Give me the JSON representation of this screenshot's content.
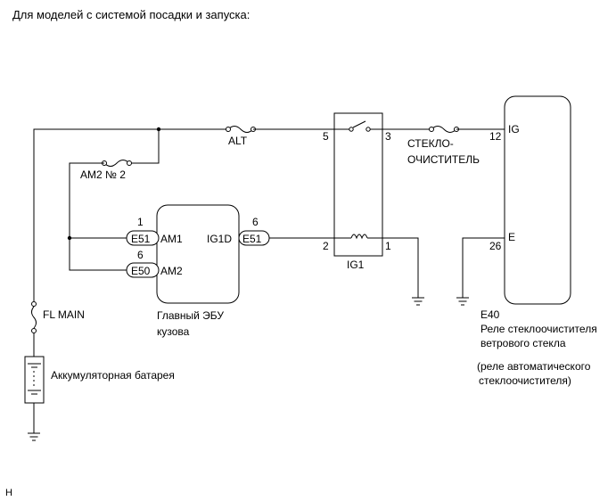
{
  "title": "Для моделей с системой посадки и запуска:",
  "fuses": {
    "alt": "ALT",
    "am2": "AM2 № 2",
    "wiper_line1": "СТЕКЛО-",
    "wiper_line2": "ОЧИСТИТЕЛЬ",
    "fl_main": "FL MAIN"
  },
  "ecu": {
    "name_line1": "Главный ЭБУ",
    "name_line2": "кузова",
    "pin_am1": "AM1",
    "pin_am2": "AM2",
    "pin_ig1d": "IG1D",
    "conn_e51_a": "E51",
    "conn_e50": "E50",
    "conn_e51_b": "E51",
    "num_am1": "1",
    "num_am2": "6",
    "num_ig1d": "6"
  },
  "relay": {
    "name": "IG1",
    "pin5": "5",
    "pin3": "3",
    "pin2": "2",
    "pin1": "1"
  },
  "wiper_relay": {
    "code": "E40",
    "pin_ig_num": "12",
    "pin_ig": "IG",
    "pin_e_num": "26",
    "pin_e": "E",
    "name_line1": "Реле стеклоочистителя",
    "name_line2": "ветрового стекла",
    "note_line1": "(реле автоматического",
    "note_line2": "стеклоочистителя)"
  },
  "battery": {
    "label": "Аккумуляторная батарея"
  },
  "footer_mark": "H"
}
